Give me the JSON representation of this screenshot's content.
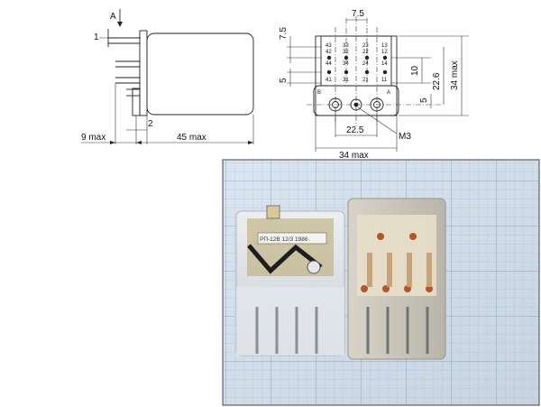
{
  "side_view": {
    "view_marker": "A",
    "pin_marker": "1",
    "dim_left": "9 max",
    "dim_small": "2",
    "dim_length": "45 max"
  },
  "pin_view": {
    "dim_pitch_h": "7.5",
    "dim_pitch_v": "7.5",
    "dim_row": "5",
    "dim_10": "10",
    "dim_22_6": "22.6",
    "dim_height": "34 max",
    "dim_base_5": "5",
    "dim_22_5": "22.5",
    "dim_width": "34 max",
    "thread": "M3",
    "corner_left": "B",
    "corner_right": "A",
    "pins_rows": [
      [
        "43",
        "33",
        "23",
        "13"
      ],
      [
        "42",
        "32",
        "22",
        "12"
      ],
      [
        "44",
        "34",
        "24",
        "14"
      ],
      [
        "41",
        "31",
        "21",
        "11"
      ]
    ]
  },
  "photo": {
    "label_text": "РП-12В 12/3 1986"
  }
}
